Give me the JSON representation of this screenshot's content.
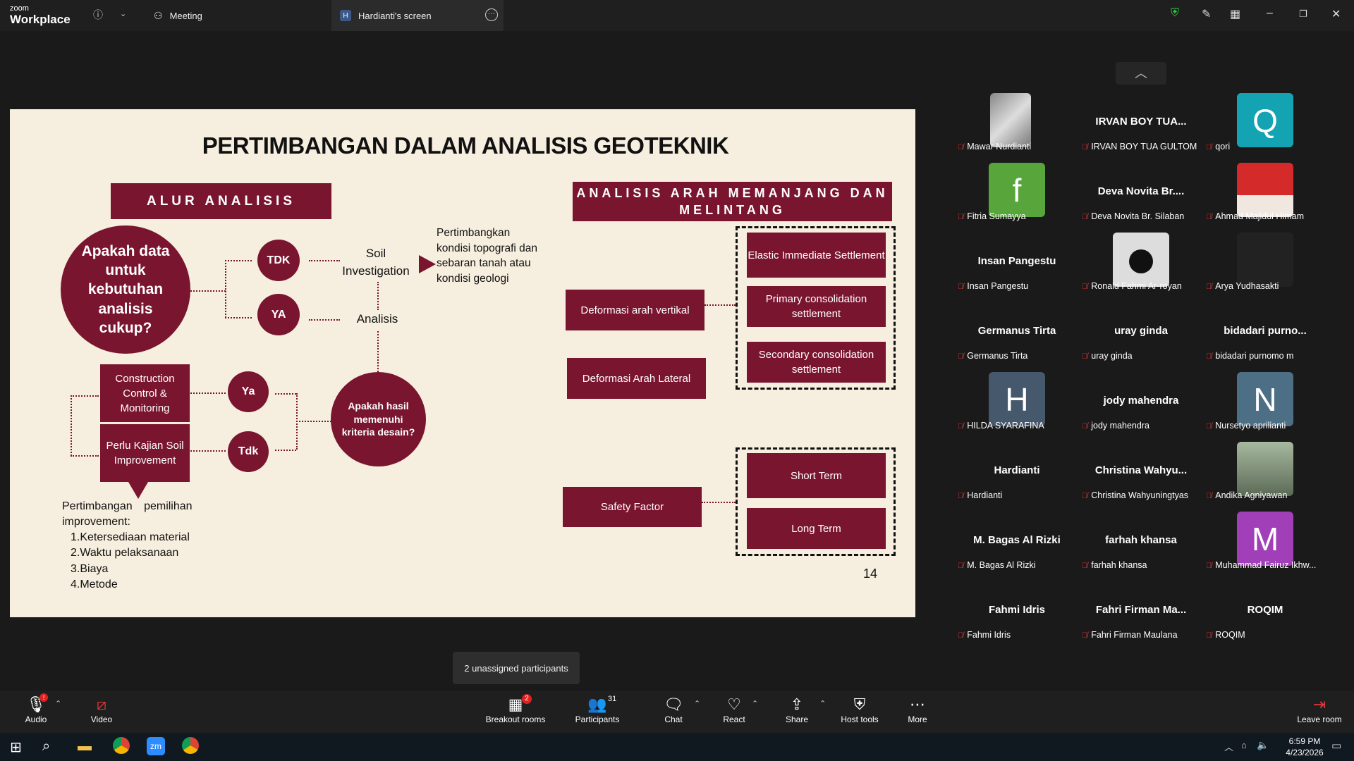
{
  "app": {
    "brand_top": "zoom",
    "brand_bottom": "Workplace"
  },
  "tabs": {
    "meeting": "Meeting",
    "screen": "Hardianti's screen",
    "screen_initial": "H"
  },
  "slide": {
    "title": "PERTIMBANGAN DALAM ANALISIS GEOTEKNIK",
    "left_header": "ALUR ANALISIS",
    "question1": "Apakah data untuk kebutuhan analisis cukup?",
    "tdk": "TDK",
    "ya": "YA",
    "soil_investigation": "Soil Investigation",
    "analisis": "Analisis",
    "pertimbangkan": "Pertimbangkan kondisi topografi dan sebaran tanah atau kondisi geologi",
    "question2": "Apakah hasil memenuhi kriteria desain?",
    "ya2": "Ya",
    "tdk2": "Tdk",
    "construction": "Construction Control & Monitoring",
    "perlu": "Perlu Kajian Soil Improvement",
    "pertimbangan_title": "Pertimbangan pemilihan improvement:",
    "list": [
      "Ketersediaan material",
      "Waktu pelaksanaan",
      "Biaya",
      "Metode"
    ],
    "right_header": "ANALISIS ARAH MEMANJANG DAN MELINTANG",
    "def_vertikal": "Deformasi arah vertikal",
    "def_lateral": "Deformasi Arah Lateral",
    "elastic": "Elastic Immediate Settlement",
    "primary": "Primary consolidation settlement",
    "secondary": "Secondary consolidation settlement",
    "safety": "Safety Factor",
    "short_term": "Short Term",
    "long_term": "Long Term",
    "page_no": "14"
  },
  "participants": [
    {
      "name": "",
      "label": "Mawar Nurdianti",
      "avatar": "photo-gray"
    },
    {
      "name": "IRVAN BOY TUA...",
      "label": "IRVAN BOY TUA GULTOM",
      "avatar": ""
    },
    {
      "name": "",
      "label": "qori",
      "avatar": "Q",
      "color": "#13a3b3"
    },
    {
      "name": "",
      "label": "Fitria Sumayya",
      "avatar": "f",
      "color": "#58a63b"
    },
    {
      "name": "Deva Novita Br....",
      "label": "Deva Novita Br. Silaban",
      "avatar": ""
    },
    {
      "name": "",
      "label": "Ahmad Majidul Himam",
      "avatar": "photo-red"
    },
    {
      "name": "Insan Pangestu",
      "label": "Insan Pangestu",
      "avatar": ""
    },
    {
      "name": "",
      "label": "Ronald Fahmi Ar-royan",
      "avatar": "person"
    },
    {
      "name": "",
      "label": "Arya Yudhasakti",
      "avatar": "dark"
    },
    {
      "name": "Germanus Tirta",
      "label": "Germanus Tirta",
      "avatar": ""
    },
    {
      "name": "uray ginda",
      "label": "uray ginda",
      "avatar": ""
    },
    {
      "name": "bidadari purno...",
      "label": "bidadari purnomo m",
      "avatar": ""
    },
    {
      "name": "",
      "label": "HILDA SYARAFINA",
      "avatar": "H",
      "color": "#46586b"
    },
    {
      "name": "jody mahendra",
      "label": "jody mahendra",
      "avatar": ""
    },
    {
      "name": "",
      "label": "Nursetyo aprilianti",
      "avatar": "N",
      "color": "#4d6f86"
    },
    {
      "name": "Hardianti",
      "label": "Hardianti",
      "avatar": ""
    },
    {
      "name": "Christina  Wahyu...",
      "label": "Christina Wahyuningtyas",
      "avatar": ""
    },
    {
      "name": "",
      "label": "Andika Agniyawan",
      "avatar": "photo-face"
    },
    {
      "name": "M. Bagas Al Rizki",
      "label": "M. Bagas Al Rizki",
      "avatar": ""
    },
    {
      "name": "farhah khansa",
      "label": "farhah khansa",
      "avatar": ""
    },
    {
      "name": "",
      "label": "Muhammad Fairuz Ikhw...",
      "avatar": "M",
      "color": "#a13fb8"
    },
    {
      "name": "Fahmi Idris",
      "label": "Fahmi Idris",
      "avatar": ""
    },
    {
      "name": "Fahri Firman Ma...",
      "label": "Fahri Firman Maulana",
      "avatar": ""
    },
    {
      "name": "ROQIM",
      "label": "ROQIM",
      "avatar": ""
    }
  ],
  "tooltip": "2 unassigned participants",
  "toolbar": {
    "audio": "Audio",
    "video": "Video",
    "breakout": "Breakout rooms",
    "breakout_badge": "2",
    "participants": "Participants",
    "participants_count": "31",
    "chat": "Chat",
    "react": "React",
    "share": "Share",
    "host_tools": "Host tools",
    "more": "More",
    "leave": "Leave room",
    "audio_badge": "!"
  },
  "taskbar": {
    "time": "6:59 PM",
    "date": "4/23/2026"
  }
}
